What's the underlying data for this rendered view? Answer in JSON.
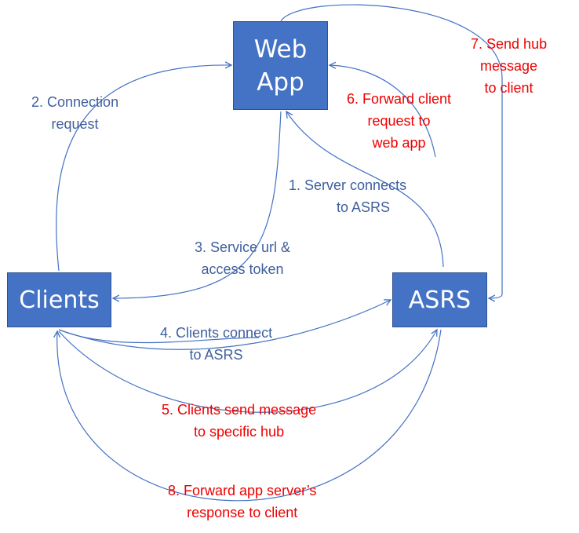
{
  "nodes": {
    "webapp": {
      "line1": "Web",
      "line2": "App"
    },
    "clients": "Clients",
    "asrs": "ASRS"
  },
  "steps": {
    "s1": {
      "line1": "1. Server connects",
      "line2": "to ASRS"
    },
    "s2": {
      "line1": "2. Connection",
      "line2": "request"
    },
    "s3": {
      "line1": "3. Service url &",
      "line2": "access token"
    },
    "s4": {
      "line1": "4. Clients connect",
      "line2": "to ASRS"
    },
    "s5": {
      "line1": "5. Clients send message",
      "line2": "to specific hub"
    },
    "s6": {
      "line1": "6. Forward client",
      "line2": "request to",
      "line3": "web app"
    },
    "s7": {
      "line1": "7. Send hub",
      "line2": "message",
      "line3": "to client"
    },
    "s8": {
      "line1": "8. Forward app server’s",
      "line2": "response to client"
    }
  },
  "colors": {
    "node_fill": "#4472c4",
    "arrow": "#4472c4",
    "blue_text": "#3e5f9e",
    "red_text": "#ee0000"
  }
}
